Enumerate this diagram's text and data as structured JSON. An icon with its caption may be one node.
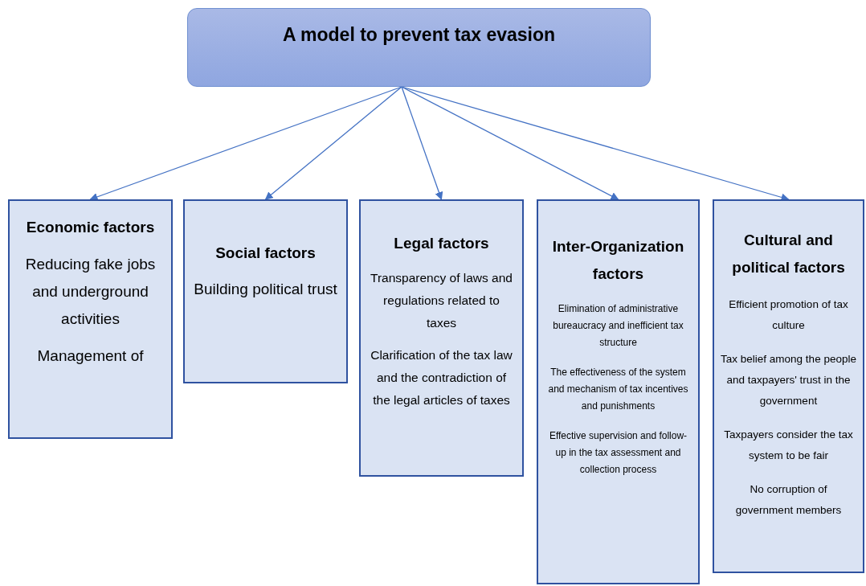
{
  "diagram": {
    "nodes": [
      {
        "text": [
          "A model to prevent tax evasion"
        ]
      },
      {
        "text": [
          "Economic factors",
          "Reducing fake jobs and underground activities",
          "Management of"
        ]
      },
      {
        "text": [
          "Social factors",
          "Building political trust"
        ]
      },
      {
        "text": [
          "Legal factors",
          "Transparency of laws and regulations related to taxes",
          "Clarification of the tax law and the contradiction of the legal articles of taxes"
        ]
      },
      {
        "text": [
          "Inter-Organization factors",
          "Elimination of administrative bureaucracy and inefficient tax structure",
          "The effectiveness of the system and mechanism of tax incentives and punishments",
          "Effective supervision and follow-up in the tax assessment and collection process"
        ]
      },
      {
        "text": [
          "Cultural and political factors",
          "Efficient promotion of tax culture",
          "Tax belief among the people and taxpayers' trust in the government",
          "Taxpayers consider the tax system to be fair",
          "No corruption of government members"
        ]
      }
    ],
    "edges": [
      {
        "from": 0,
        "to": 1,
        "arrow": "to"
      },
      {
        "from": 0,
        "to": 2,
        "arrow": "to"
      },
      {
        "from": 0,
        "to": 3,
        "arrow": "to"
      },
      {
        "from": 0,
        "to": 4,
        "arrow": "to"
      },
      {
        "from": 0,
        "to": 5,
        "arrow": "to"
      }
    ]
  }
}
